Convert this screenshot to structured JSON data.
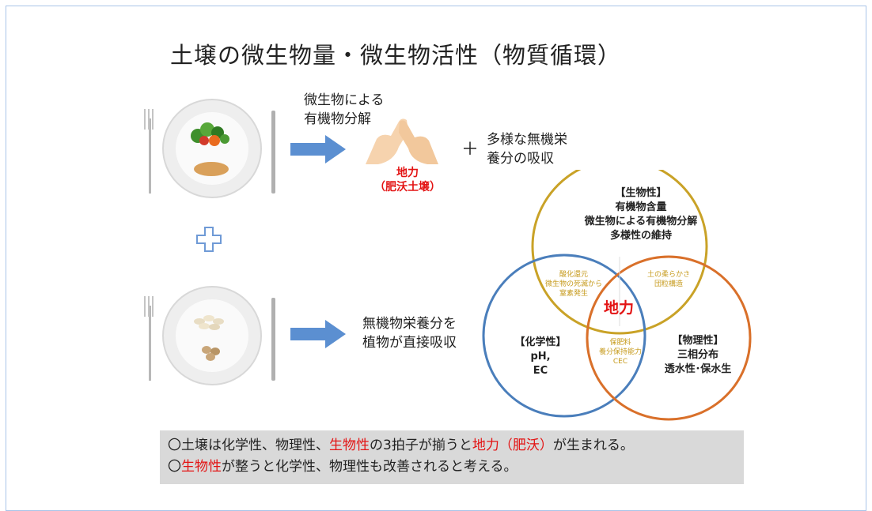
{
  "title": "土壌の微生物量・微生物活性（物質循環）",
  "top_row": {
    "microbe_label_line1": "微生物による",
    "microbe_label_line2": "有機物分解",
    "plus": "＋",
    "inorganic_line1": "多様な無機栄",
    "inorganic_line2": "養分の吸収",
    "fertility_line1": "地力",
    "fertility_line2": "（肥沃土壌）"
  },
  "bottom_row": {
    "label_line1": "無機物栄養分を",
    "label_line2": "植物が直接吸収"
  },
  "venn": {
    "biological": {
      "title": "【生物性】",
      "line1": "有機物含量",
      "line2": "微生物による有機物分解",
      "line3": "多様性の維持"
    },
    "chemical": {
      "title": "【化学性】",
      "line1": "pH,",
      "line2": "EC"
    },
    "physical": {
      "title": "【物理性】",
      "line1": "三相分布",
      "line2": "透水性･保水生"
    },
    "overlap_bio_chem": [
      "酸化還元",
      "微生物の死滅から",
      "窒素発生"
    ],
    "overlap_bio_phys": [
      "土の柔らかさ",
      "団粒構造"
    ],
    "overlap_chem_phys": [
      "保肥料",
      "養分保持能力",
      "CEC"
    ],
    "center": "地力",
    "colors": {
      "biological": "#c9a227",
      "chemical": "#4a7ebb",
      "physical": "#d9702a",
      "center_text": "#e31414"
    }
  },
  "summary": {
    "line1_parts": [
      "〇土壌は化学性、物理性、",
      "生物性",
      "の3拍子が揃うと",
      "地力（肥沃）",
      "が生まれる。"
    ],
    "line2_parts": [
      "〇",
      "生物性",
      "が整うと化学性、物理性も改善されると考える。"
    ]
  }
}
